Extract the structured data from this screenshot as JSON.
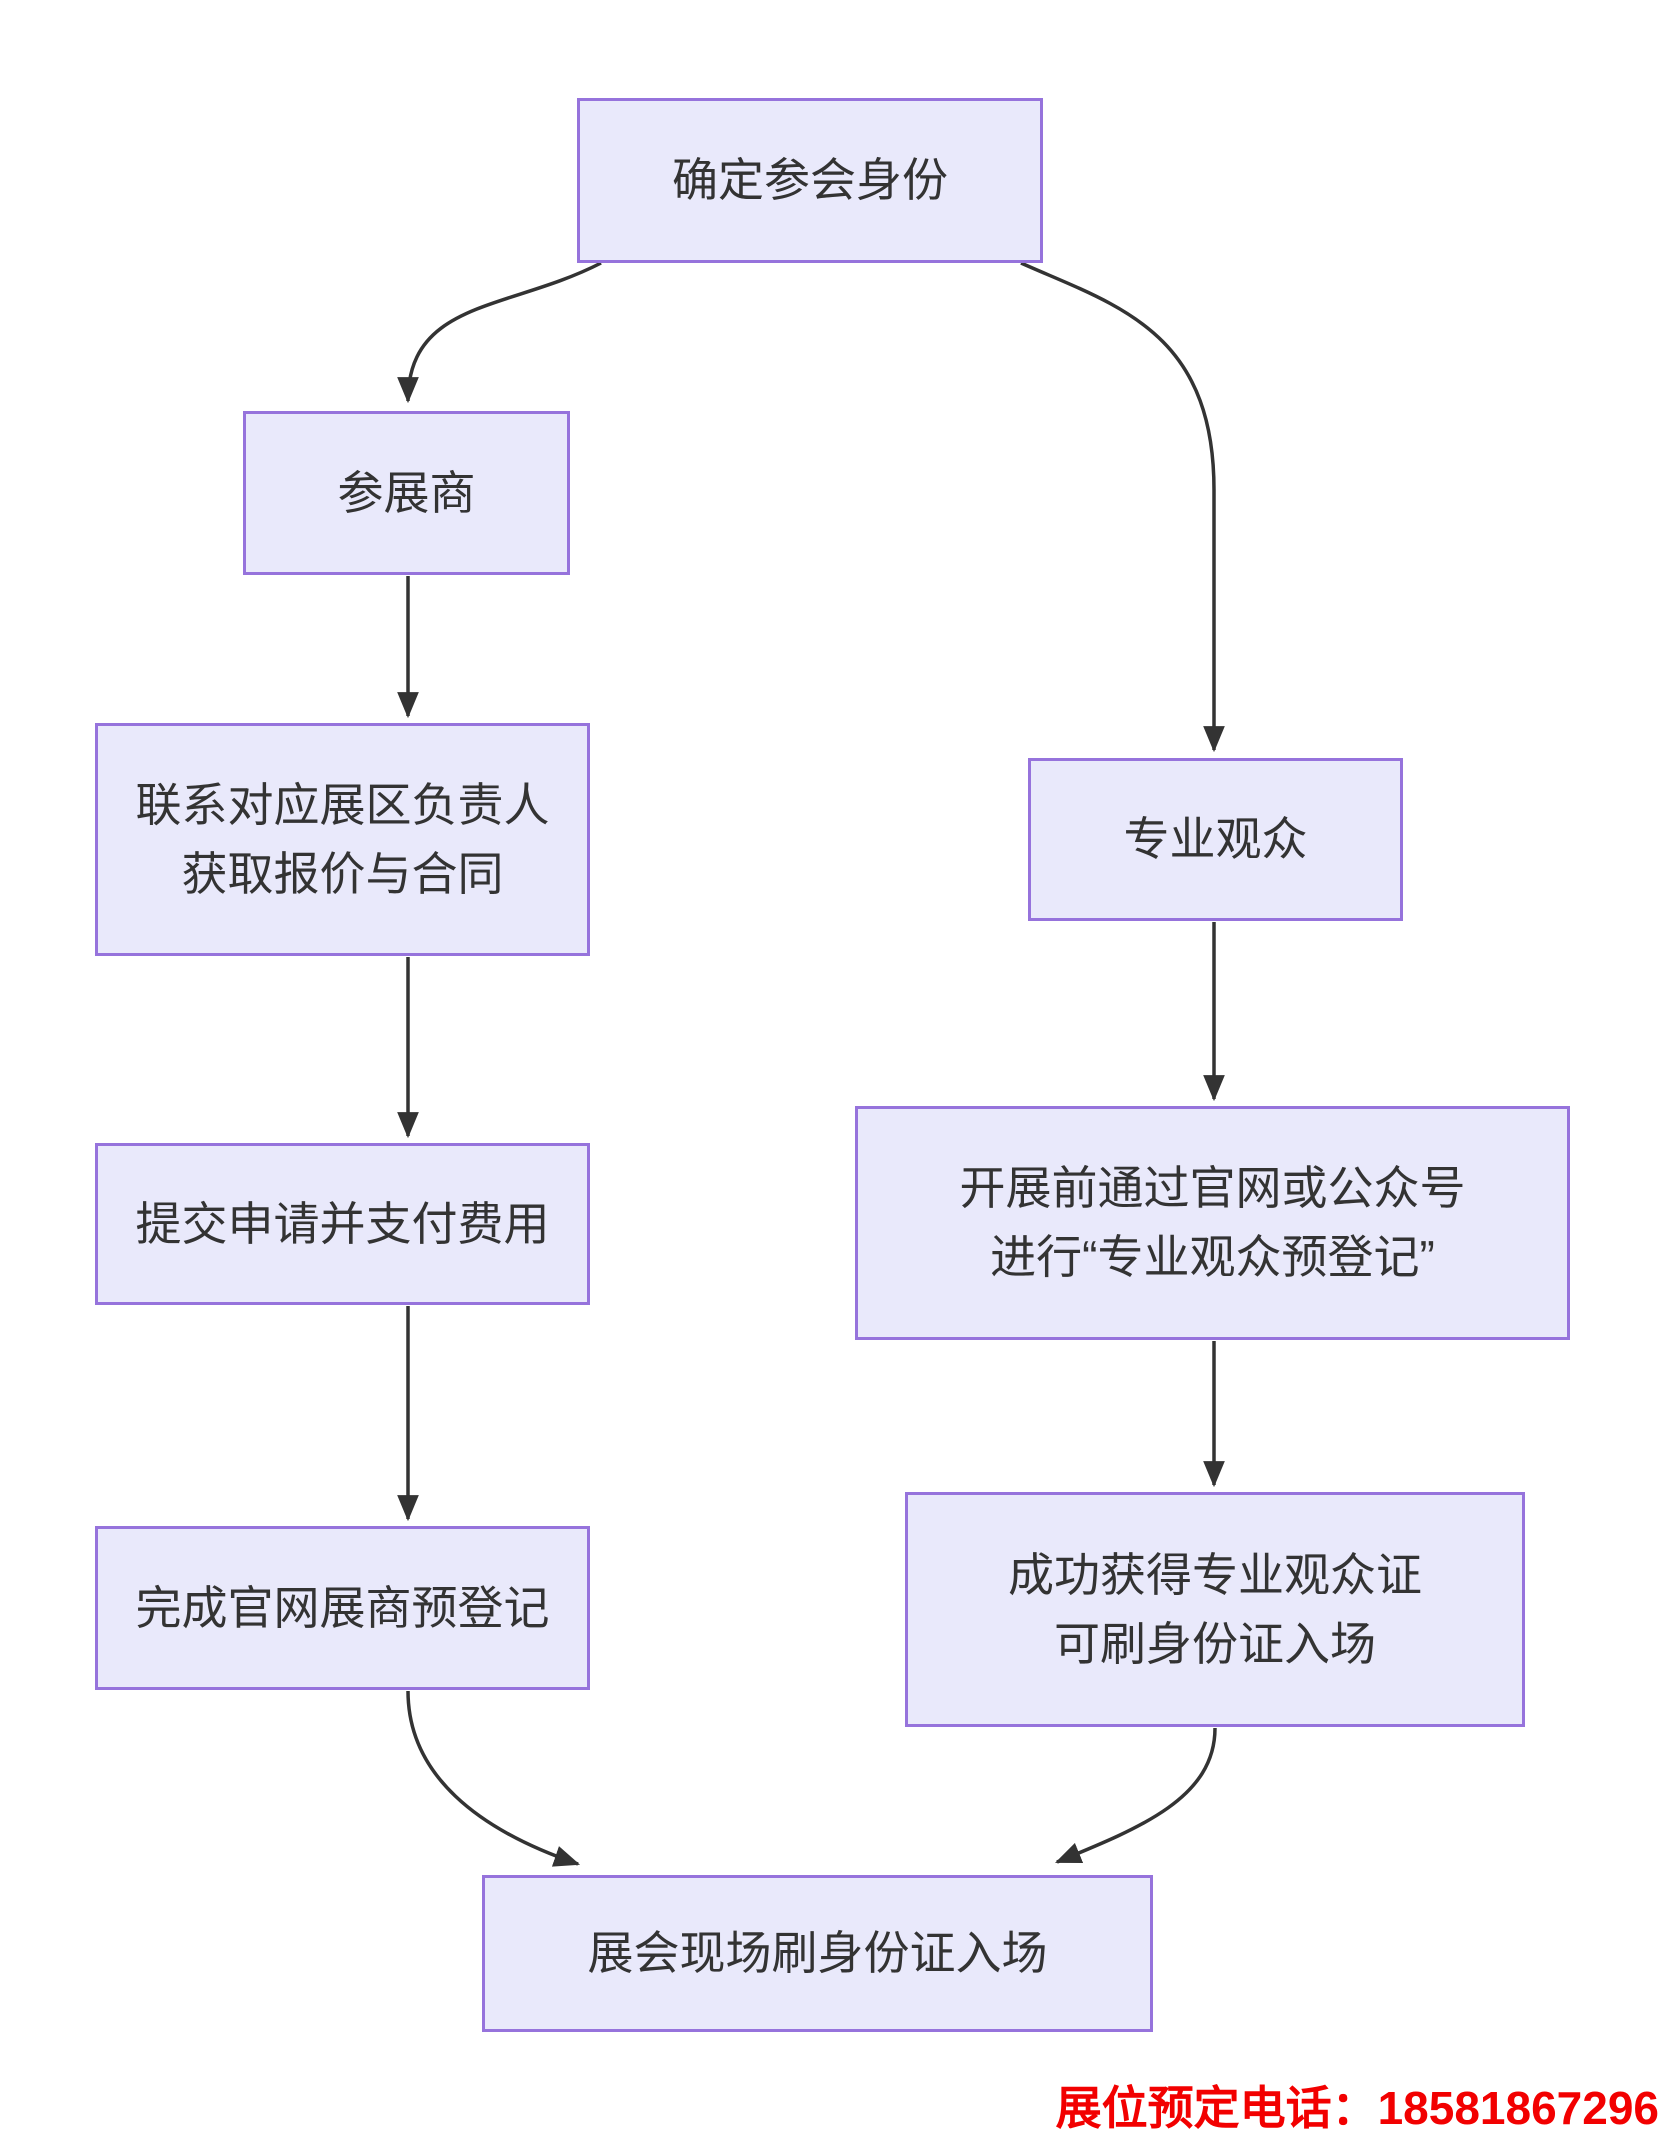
{
  "diagram": {
    "type": "flowchart",
    "colors": {
      "node-fill": "#E9E9FB",
      "node-border": "#9673DC",
      "text": "#333333",
      "arrow": "#333333",
      "footer-color": "#F20000"
    },
    "nodes": [
      {
        "id": "identity",
        "label": "确定参会身份"
      },
      {
        "id": "exhibitor",
        "label": "参展商"
      },
      {
        "id": "contact",
        "label": "联系对应展区负责人\n获取报价与合同"
      },
      {
        "id": "submit",
        "label": "提交申请并支付费用"
      },
      {
        "id": "exhibitor_prereg",
        "label": "完成官网展商预登记"
      },
      {
        "id": "visitor",
        "label": "专业观众"
      },
      {
        "id": "visitor_prereg",
        "label": "开展前通过官网或公众号\n进行“专业观众预登记”"
      },
      {
        "id": "badge",
        "label": "成功获得专业观众证\n可刷身份证入场"
      },
      {
        "id": "entry",
        "label": "展会现场刷身份证入场"
      }
    ],
    "edges": [
      {
        "from": "identity",
        "to": "exhibitor"
      },
      {
        "from": "identity",
        "to": "visitor"
      },
      {
        "from": "exhibitor",
        "to": "contact"
      },
      {
        "from": "contact",
        "to": "submit"
      },
      {
        "from": "submit",
        "to": "exhibitor_prereg"
      },
      {
        "from": "visitor",
        "to": "visitor_prereg"
      },
      {
        "from": "visitor_prereg",
        "to": "badge"
      },
      {
        "from": "exhibitor_prereg",
        "to": "entry"
      },
      {
        "from": "badge",
        "to": "entry"
      }
    ]
  },
  "footer": {
    "phone_label": "展位预定电话：18581867296"
  }
}
